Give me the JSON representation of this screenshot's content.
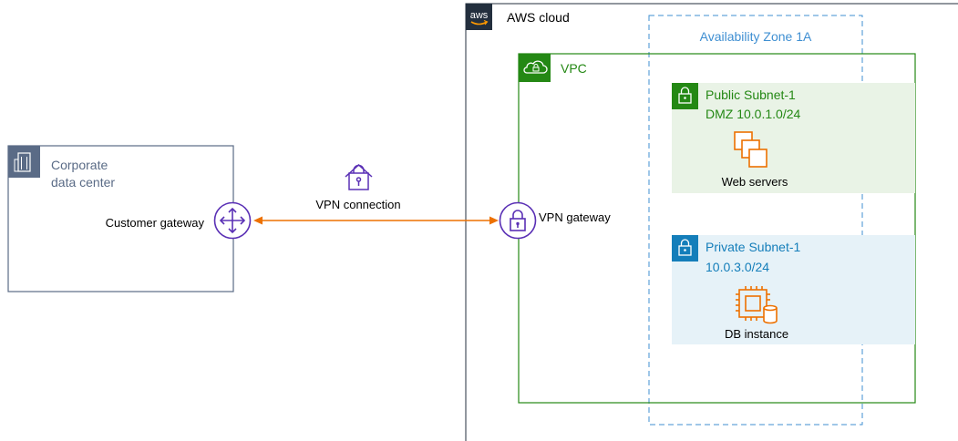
{
  "aws_cloud": {
    "label": "AWS cloud",
    "logo_text": "aws"
  },
  "availability_zone": {
    "label": "Availability Zone 1A"
  },
  "vpc": {
    "label": "VPC"
  },
  "public_subnet": {
    "line1": "Public Subnet-1",
    "line2": "DMZ 10.0.1.0/24",
    "resource_label": "Web servers"
  },
  "private_subnet": {
    "line1": "Private Subnet-1",
    "line2": "10.0.3.0/24",
    "resource_label": "DB instance"
  },
  "corporate": {
    "line1": "Corporate",
    "line2": "data center",
    "gateway_label": "Customer gateway"
  },
  "vpn": {
    "connection_label": "VPN connection",
    "gateway_label": "VPN gateway"
  },
  "colors": {
    "aws_dark": "#232f3e",
    "green": "#248814",
    "green_fill": "#e9f3e6",
    "blue": "#147eba",
    "blue_fill": "#e6f2f8",
    "az_blue": "#3f8fd2",
    "orange": "#ed7100",
    "purple": "#5a30b5",
    "corp_dark": "#5a6b86"
  }
}
